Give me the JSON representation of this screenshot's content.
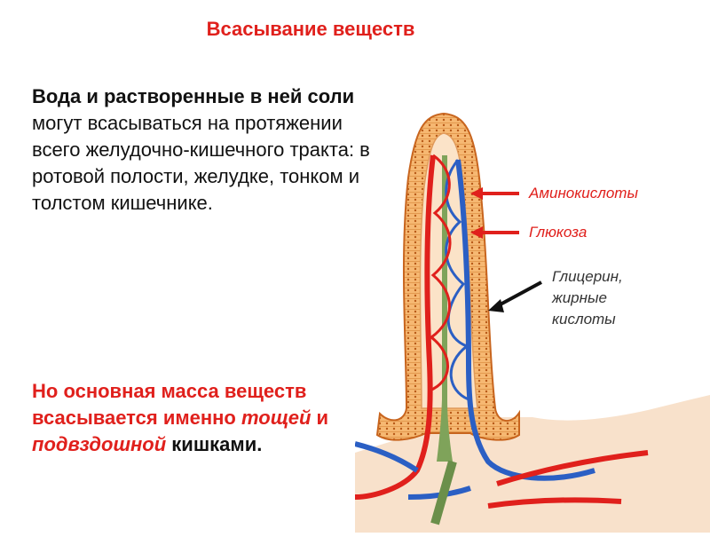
{
  "title": "Всасывание веществ",
  "paragraph1": {
    "bold": "Вода и растворенные в ней соли",
    "rest": " могут всасываться на протяжении всего желудочно-кишечного тракта: в ротовой полости, желудке, тонком и толстом кишечнике."
  },
  "paragraph2": {
    "part1": "Но основная масса веществ всасывается именно ",
    "em1": "тощей",
    "part2": " и ",
    "em2": "подвздошной",
    "part3": " кишками."
  },
  "diagram": {
    "label_amino": "Аминокислоты",
    "label_glucose": "Глюкоза",
    "label_fat_line1": "Глицерин,",
    "label_fat_line2": "жирные",
    "label_fat_line3": "кислоты",
    "colors": {
      "red": "#e0201c",
      "blue": "#2b5fc4",
      "orange": "#f0a050",
      "green": "#6b8f4a"
    }
  }
}
